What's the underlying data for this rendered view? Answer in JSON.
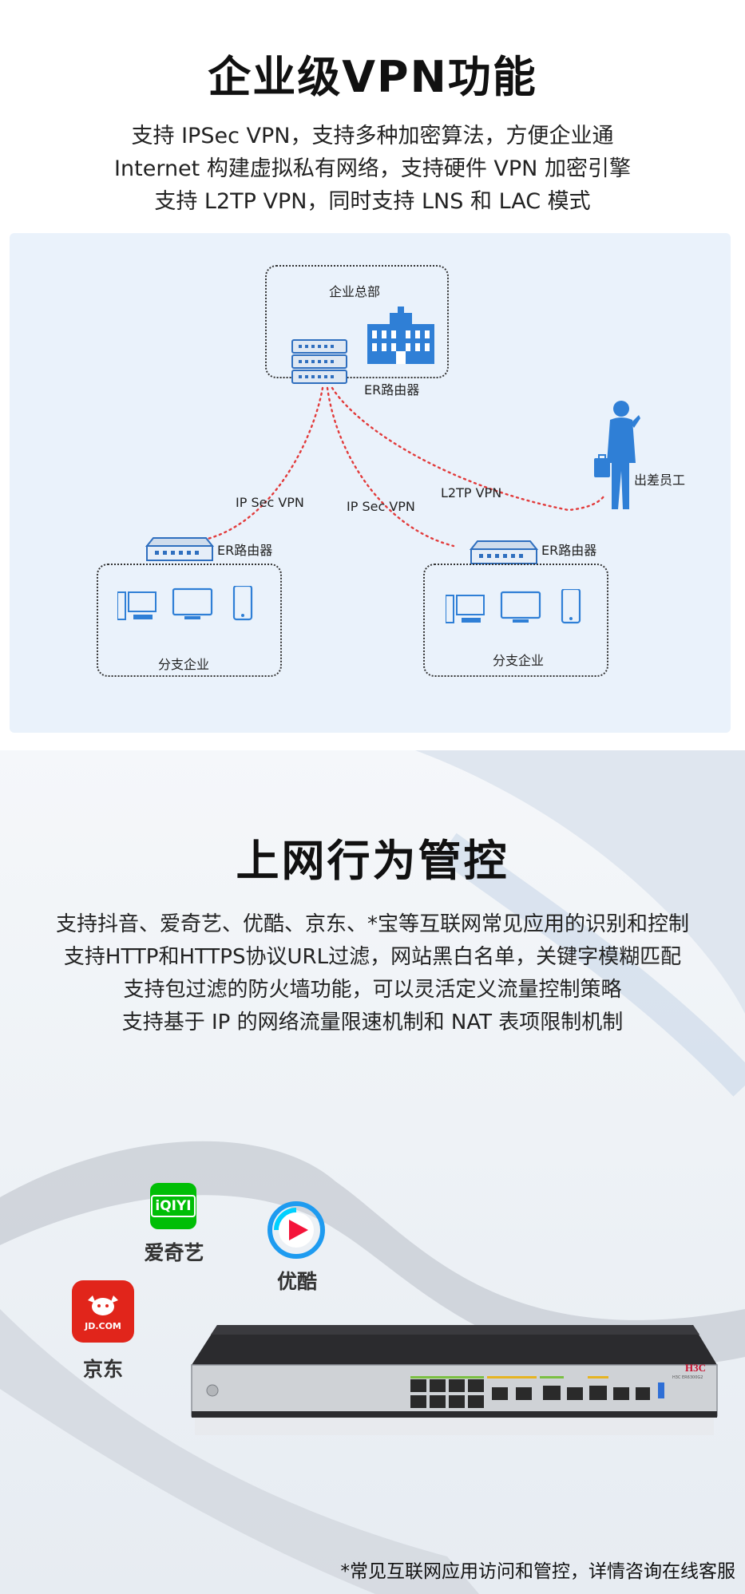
{
  "vpn": {
    "title": "企业级VPN功能",
    "lines": [
      "支持 IPSec VPN，支持多种加密算法，方便企业通",
      "Internet 构建虚拟私有网络，支持硬件 VPN 加密引擎",
      "支持 L2TP VPN，同时支持 LNS 和 LAC 模式"
    ],
    "diagram": {
      "hq_label": "企业总部",
      "hq_router_label": "ER路由器",
      "traveler_label": "出差员工",
      "link_ipsec_left": "IP Sec VPN",
      "link_ipsec_right": "IP Sec VPN",
      "link_l2tp": "L2TP VPN",
      "branch_router_left": "ER路由器",
      "branch_router_right": "ER路由器",
      "branch_left_label": "分支企业",
      "branch_right_label": "分支企业"
    }
  },
  "behavior": {
    "title": "上网行为管控",
    "lines": [
      "支持抖音、爱奇艺、优酷、京东、*宝等互联网常见应用的识别和控制",
      "支持HTTP和HTTPS协议URL过滤，网站黑白名单，关键字模糊匹配",
      "支持包过滤的防火墙功能，可以灵活定义流量控制策略",
      "支持基于 IP 的网络流量限速机制和 NAT 表项限制机制"
    ],
    "apps": {
      "iqiyi": "爱奇艺",
      "iqiyi_logo": "iQIYI",
      "youku": "优酷",
      "jd": "京东",
      "jd_logo": "JD.COM"
    },
    "device_brand": "H3C",
    "device_model": "H3C ER6300G2",
    "footnote": "*常见互联网应用访问和管控，详情咨询在线客服"
  },
  "colors": {
    "accent_blue": "#2f7fd6",
    "link_red": "#e23b3b",
    "diagram_bg": "#eaf2fb",
    "iqiyi_green": "#00be06",
    "jd_red": "#e1251b"
  }
}
